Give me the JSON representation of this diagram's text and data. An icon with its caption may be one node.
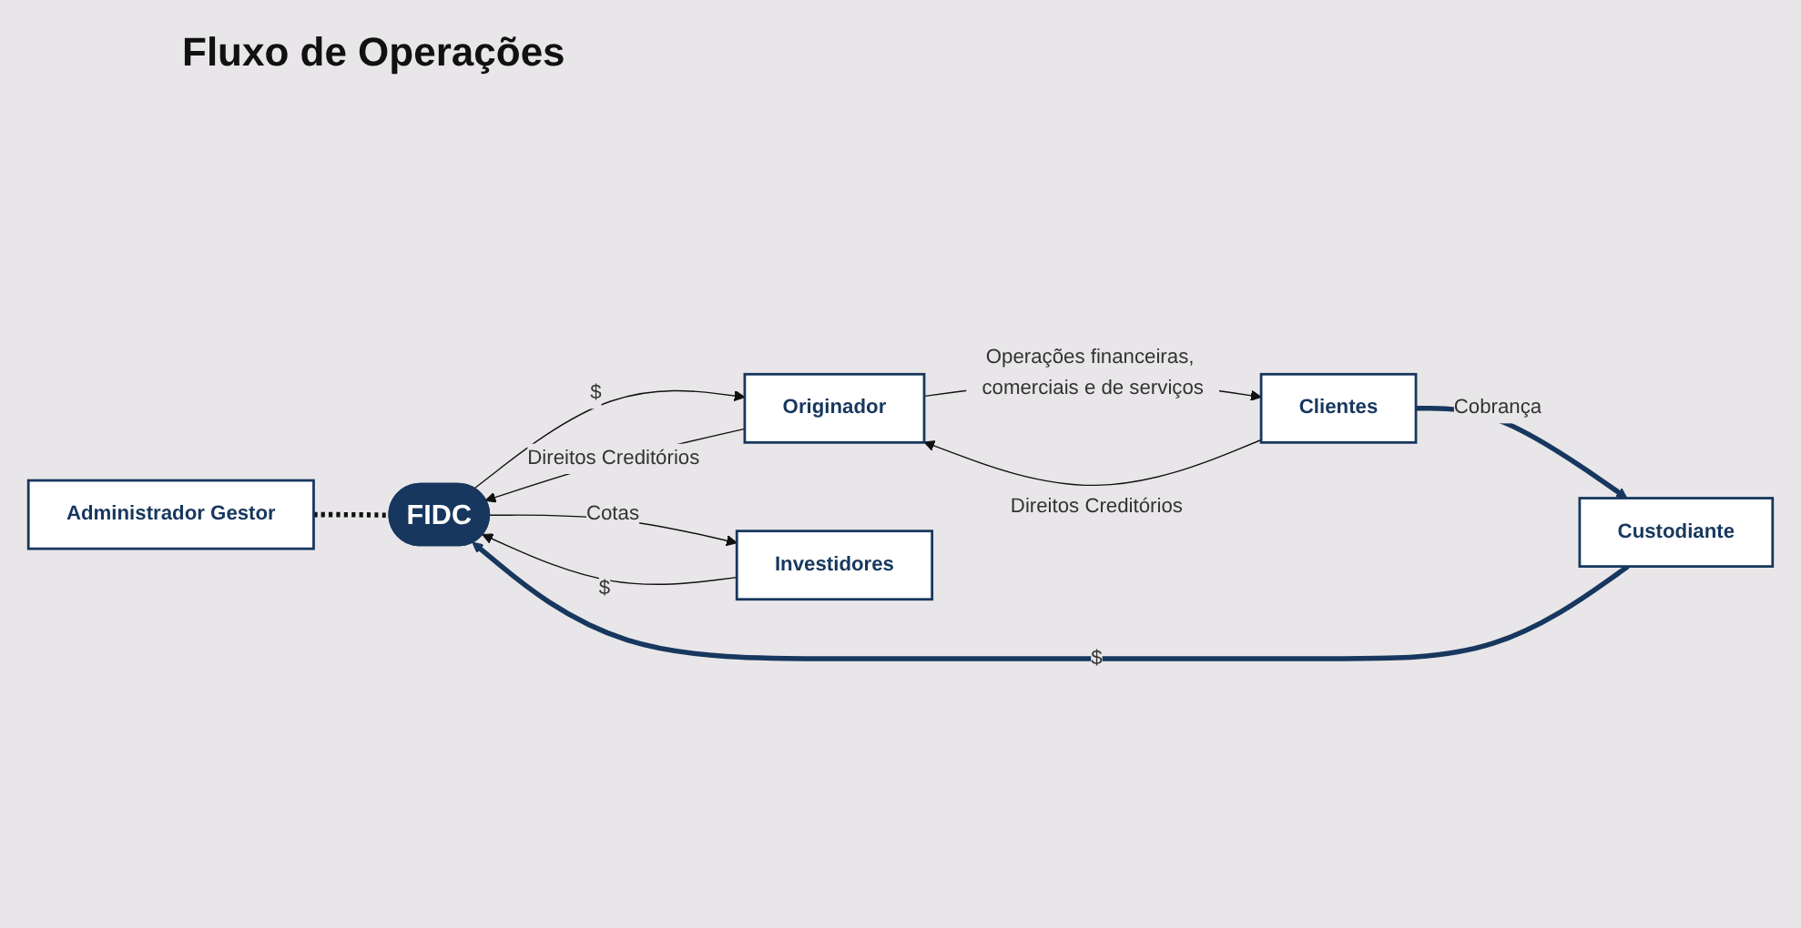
{
  "diagram": {
    "title": "Fluxo de Operações",
    "nodes": [
      {
        "text": [
          "Clientes"
        ]
      },
      {
        "text": [
          "Originador"
        ]
      },
      {
        "text": [
          "FIDC"
        ]
      },
      {
        "text": [
          "Investidores"
        ]
      },
      {
        "text": [
          "Administrador Gestor"
        ]
      },
      {
        "text": [
          "Custodiante"
        ]
      }
    ],
    "edges": [
      {
        "from": 0,
        "to": 1,
        "arrow": "to",
        "label": "Direitos Creditórios"
      },
      {
        "from": 1,
        "to": 0,
        "arrow": "to",
        "label": "Operações financeiras, comerciais e de serviços"
      },
      {
        "from": 1,
        "to": 2,
        "arrow": "to",
        "label": "Direitos Creditórios"
      },
      {
        "from": 2,
        "to": 1,
        "arrow": "to",
        "label": "$"
      },
      {
        "from": 2,
        "to": 3,
        "arrow": "to",
        "label": "Cotas"
      },
      {
        "from": 3,
        "to": 2,
        "arrow": "to",
        "label": "$"
      },
      {
        "from": 4,
        "to": 2,
        "arrow": "none",
        "style": "dashed"
      },
      {
        "from": 0,
        "to": 5,
        "arrow": "to",
        "label": "Cobrança",
        "style": "thick",
        "color": "#17375e"
      },
      {
        "from": 5,
        "to": 2,
        "arrow": "to",
        "label": "$",
        "style": "thick",
        "color": "#17375e"
      }
    ]
  }
}
